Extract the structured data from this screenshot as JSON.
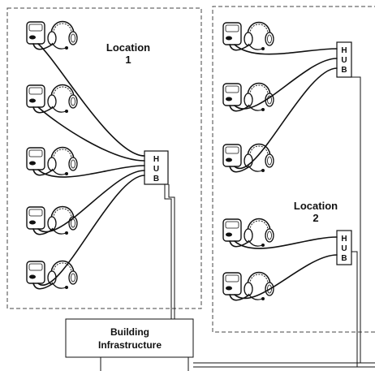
{
  "locations": [
    {
      "label_line1": "Location",
      "label_line2": "1"
    },
    {
      "label_line1": "Location",
      "label_line2": "2"
    }
  ],
  "hub": {
    "letters": [
      "H",
      "U",
      "B"
    ]
  },
  "infrastructure": {
    "line1": "Building",
    "line2": "Infrastructure"
  },
  "location1_stations": 5,
  "location2_group1_stations": 3,
  "location2_group2_stations": 2
}
